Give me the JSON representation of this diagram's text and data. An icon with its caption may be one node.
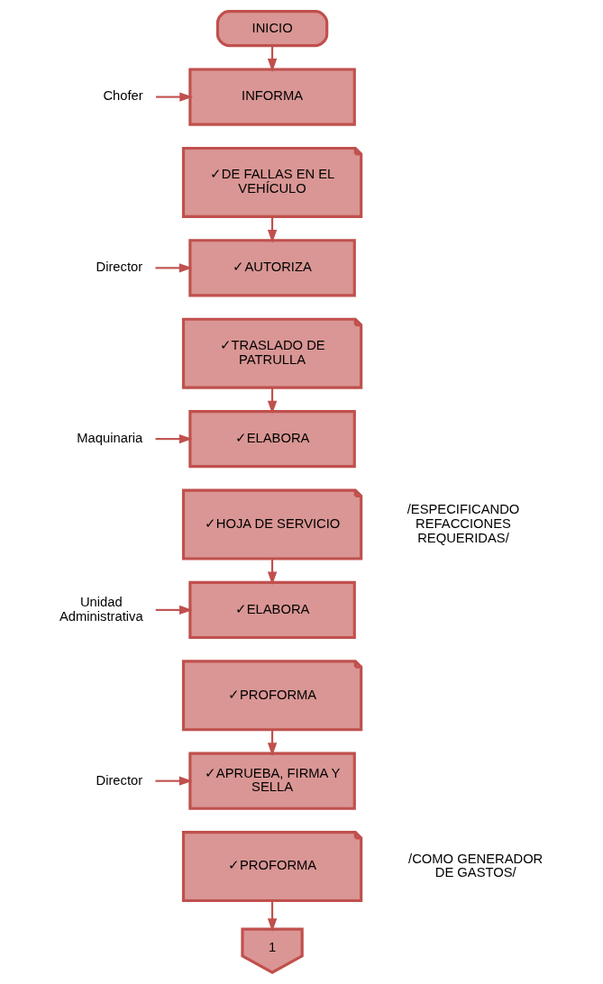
{
  "diagram": {
    "nodes": [
      {
        "text": [
          "INICIO"
        ]
      },
      {
        "text": [
          "Chofer"
        ]
      },
      {
        "text": [
          "INFORMA"
        ]
      },
      {
        "text": [
          "✓DE FALLAS EN EL VEHÍCULO"
        ]
      },
      {
        "text": [
          "Director"
        ]
      },
      {
        "text": [
          "✓AUTORIZA"
        ]
      },
      {
        "text": [
          "✓TRASLADO DE PATRULLA"
        ]
      },
      {
        "text": [
          "Maquinaria"
        ]
      },
      {
        "text": [
          "✓ELABORA"
        ]
      },
      {
        "text": [
          "✓HOJA DE SERVICIO"
        ],
        "beside": [
          "/ESPECIFICANDO REFACCIONES REQUERIDAS/"
        ]
      },
      {
        "text": [
          "Unidad Administrativa"
        ]
      },
      {
        "text": [
          "✓ELABORA"
        ]
      },
      {
        "text": [
          "✓PROFORMA"
        ]
      },
      {
        "text": [
          "Director"
        ]
      },
      {
        "text": [
          "✓APRUEBA, FIRMA Y SELLA"
        ]
      },
      {
        "text": [
          "✓PROFORMA"
        ],
        "beside": [
          "/COMO GENERADOR DE GASTOS/"
        ]
      },
      {
        "text": [
          "1"
        ]
      }
    ],
    "edges": [
      {
        "from": 0,
        "to": 2,
        "arrow": "to"
      },
      {
        "from": 1,
        "to": 2,
        "arrow": "to"
      },
      {
        "from": 3,
        "to": 5,
        "arrow": "to"
      },
      {
        "from": 4,
        "to": 5,
        "arrow": "to"
      },
      {
        "from": 6,
        "to": 8,
        "arrow": "to"
      },
      {
        "from": 7,
        "to": 8,
        "arrow": "to"
      },
      {
        "from": 9,
        "to": 11,
        "arrow": "to"
      },
      {
        "from": 10,
        "to": 11,
        "arrow": "to"
      },
      {
        "from": 12,
        "to": 14,
        "arrow": "to"
      },
      {
        "from": 13,
        "to": 14,
        "arrow": "to"
      },
      {
        "from": 15,
        "to": 16,
        "arrow": "to"
      }
    ]
  }
}
